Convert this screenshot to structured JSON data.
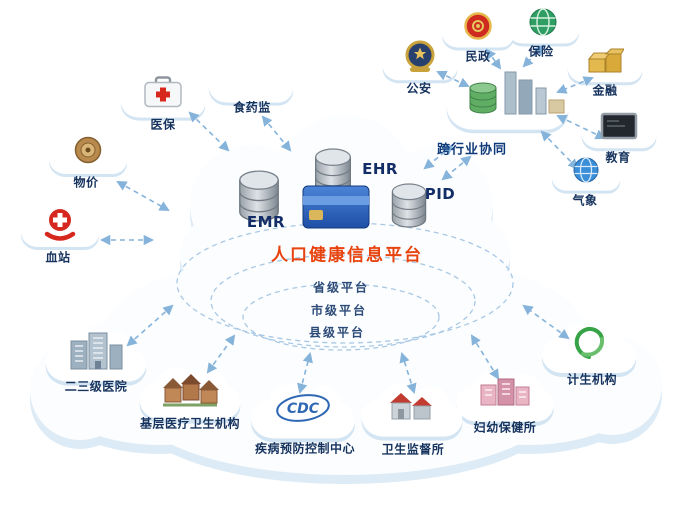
{
  "diagram": {
    "center": {
      "title": "人口健康信息平台",
      "databases": [
        {
          "label": "EMR"
        },
        {
          "label": "EHR"
        },
        {
          "label": "PID"
        }
      ],
      "levels": [
        {
          "label": "省级平台"
        },
        {
          "label": "市级平台"
        },
        {
          "label": "县级平台"
        }
      ]
    },
    "left_nodes": [
      {
        "label": "医保"
      },
      {
        "label": "食药监"
      },
      {
        "label": "物价"
      },
      {
        "label": "血站"
      }
    ],
    "right_nodes": [
      {
        "label": "公安"
      },
      {
        "label": "民政"
      },
      {
        "label": "保险"
      },
      {
        "label": "金融"
      },
      {
        "label": "教育"
      },
      {
        "label": "气象"
      }
    ],
    "cross_industry_label": "跨行业协同",
    "bottom_nodes": [
      {
        "label": "二三级医院"
      },
      {
        "label": "基层医疗卫生机构"
      },
      {
        "label": "疾病预防控制中心"
      },
      {
        "label": "卫生监督所"
      },
      {
        "label": "妇幼保健所"
      },
      {
        "label": "计生机构"
      }
    ],
    "cdc_logo_text": "CDC",
    "colors": {
      "title_red": "#e8430e",
      "label_blue": "#16335e",
      "arrow_blue": "#85b3da",
      "cloud_shadow": "#dcebf6"
    }
  }
}
